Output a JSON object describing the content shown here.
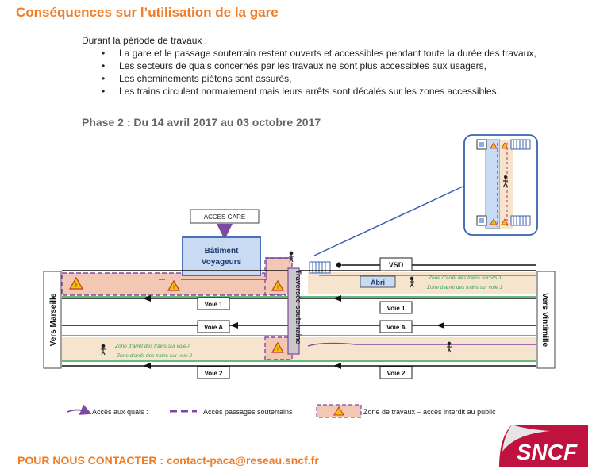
{
  "page": {
    "title": "Conséquences sur l’utilisation de la gare",
    "intro": "Durant la période de travaux :",
    "bullets": [
      "La gare et le passage souterrain restent ouverts et accessibles pendant toute la durée des travaux,",
      "Les secteurs de quais concernés par les travaux ne sont plus accessibles aux  usagers,",
      "Les cheminements piétons sont assurés,",
      "Les trains circulent normalement mais leurs arrêts sont décalés sur les zones accessibles."
    ],
    "phase": "Phase 2 : Du 14 avril 2017 au 03 octobre 2017"
  },
  "diagram": {
    "acces_gare": "ACCES GARE",
    "batiment_line1": "Bâtiment",
    "batiment_line2": "Voyageurs",
    "vsd": "VSD",
    "abri": "Abri",
    "zone_vsd": "Zone d’arrêt des trains sur VSD",
    "zone_voie1": "Zone d’arrêt des trains sur voie 1",
    "zone_voieA": "Zone d’arrêt des trains sur voie A",
    "zone_voie2": "Zone d’arrêt des trains sur voie 2",
    "voie1": "Voie 1",
    "voieA": "Voie A",
    "voie2": "Voie 2",
    "traversee": "Traversée souterraine",
    "vers_marseille": "Vers Marseille",
    "vers_vintimille": "Vers Vintimille"
  },
  "legend": {
    "acces_quais": "Accès aux quais :",
    "acces_passages": "Accès passages souterrains",
    "zone_travaux": "Zone de travaux – accès interdit au public"
  },
  "footer": {
    "contact": "POUR NOUS CONTACTER : contact-paca@reseau.sncf.fr",
    "logo": "SNCF"
  },
  "colors": {
    "accent_orange": "#f07c27",
    "works_pink": "#f2c7b4",
    "platform_beige": "#f6e4cf",
    "purple_access": "#7d4aa0",
    "green_zone": "#37a350",
    "building_blue": "#c9daf3",
    "sncf_red": "#c0123f"
  }
}
